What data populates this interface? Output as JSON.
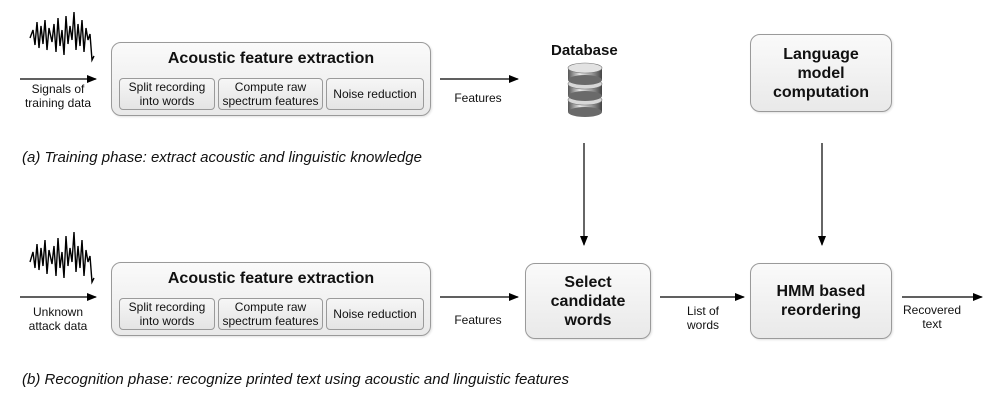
{
  "training": {
    "input_label": "Signals of\ntraining data",
    "extraction": {
      "title": "Acoustic feature extraction",
      "steps": [
        "Split recording\ninto words",
        "Compute raw\nspectrum features",
        "Noise reduction"
      ]
    },
    "output_label": "Features",
    "caption": "(a) Training phase: extract acoustic and linguistic knowledge"
  },
  "database": {
    "label": "Database",
    "icon": "database-icon"
  },
  "language_model": {
    "label": "Language\nmodel\ncomputation"
  },
  "recognition": {
    "input_label": "Unknown\nattack data",
    "extraction": {
      "title": "Acoustic feature extraction",
      "steps": [
        "Split recording\ninto words",
        "Compute raw\nspectrum features",
        "Noise reduction"
      ]
    },
    "features_label": "Features",
    "select": "Select\ncandidate\nwords",
    "list_label": "List of\nwords",
    "hmm": "HMM based\nreordering",
    "output_label": "Recovered\ntext",
    "caption": "(b) Recognition phase: recognize printed text using acoustic and linguistic features"
  }
}
